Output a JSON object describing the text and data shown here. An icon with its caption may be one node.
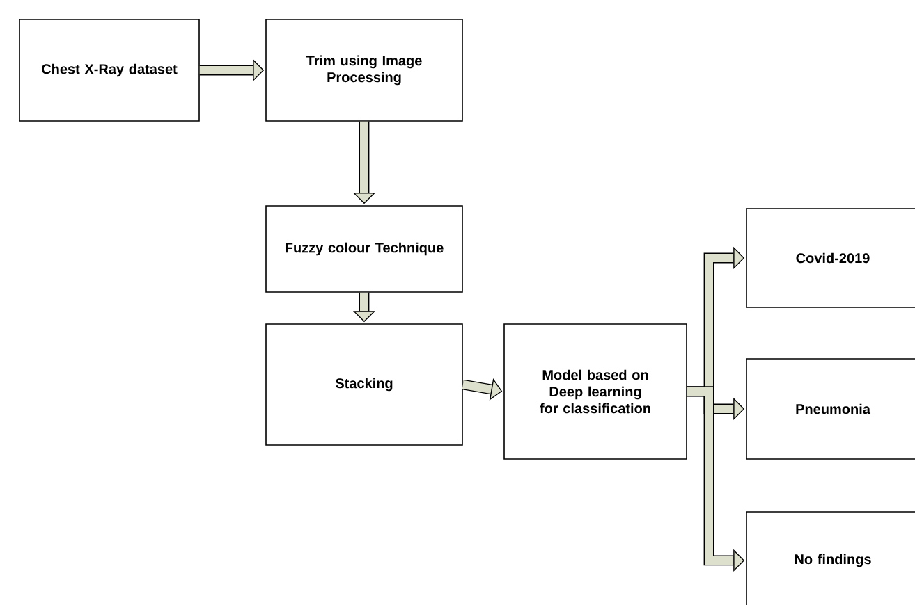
{
  "diagram": {
    "nodes": [
      {
        "text": [
          "Chest X-Ray dataset"
        ]
      },
      {
        "text": [
          "Trim using Image Processing"
        ]
      },
      {
        "text": [
          "Fuzzy colour Technique"
        ]
      },
      {
        "text": [
          "Stacking"
        ]
      },
      {
        "text": [
          "Model based on Deep learning for classification"
        ]
      },
      {
        "text": [
          "Covid-2019"
        ]
      },
      {
        "text": [
          "Pneumonia"
        ]
      },
      {
        "text": [
          "No findings"
        ]
      }
    ],
    "edges": [
      {
        "from": 0,
        "to": 1,
        "arrow": "to"
      },
      {
        "from": 1,
        "to": 2,
        "arrow": "to"
      },
      {
        "from": 2,
        "to": 3,
        "arrow": "to"
      },
      {
        "from": 3,
        "to": 4,
        "arrow": "to"
      },
      {
        "from": 4,
        "to": 5,
        "arrow": "to"
      },
      {
        "from": 4,
        "to": 6,
        "arrow": "to"
      },
      {
        "from": 4,
        "to": 7,
        "arrow": "to"
      }
    ]
  }
}
